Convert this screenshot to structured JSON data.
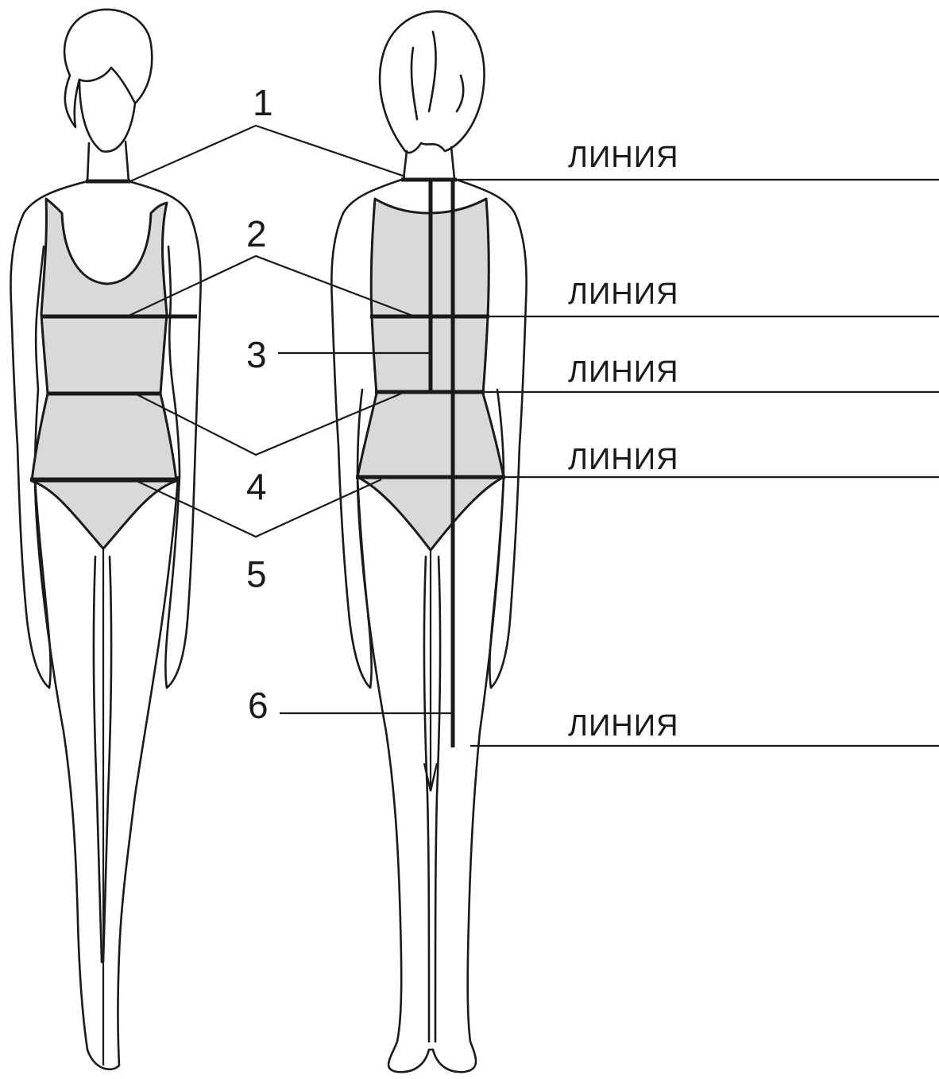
{
  "numbers": [
    "1",
    "2",
    "3",
    "4",
    "5",
    "6"
  ],
  "line_labels": [
    "ЛИНИЯ",
    "ЛИНИЯ",
    "ЛИНИЯ",
    "ЛИНИЯ",
    "ЛИНИЯ"
  ],
  "colors": {
    "ink": "#1a1a1a",
    "garment_fill": "#d9d9d9",
    "background": "#ffffff"
  }
}
